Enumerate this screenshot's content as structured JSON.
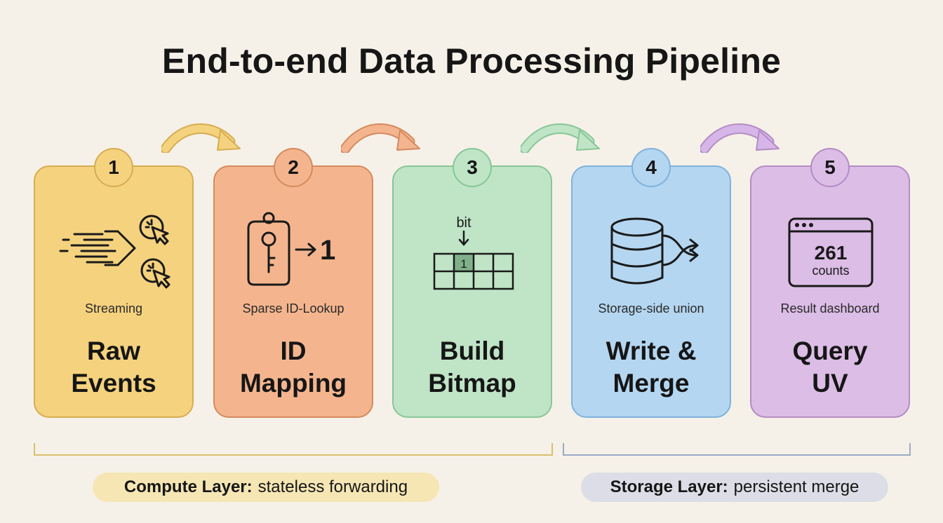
{
  "title": "End-to-end Data Processing Pipeline",
  "steps": [
    {
      "number": "1",
      "subtitle": "Streaming",
      "name_line1": "Raw",
      "name_line2": "Events",
      "icon": "streaming-clicks-icon",
      "color": "#f5d27e",
      "border": "#d6ad52"
    },
    {
      "number": "2",
      "subtitle": "Sparse ID-Lookup",
      "name_line1": "ID",
      "name_line2": "Mapping",
      "icon": "key-tag-icon",
      "mapped_value": "1",
      "color": "#f4b58e",
      "border": "#d48a5e"
    },
    {
      "number": "3",
      "subtitle": "",
      "name_line1": "Build",
      "name_line2": "Bitmap",
      "icon": "bitmap-grid-icon",
      "bit_label": "bit",
      "bit_value": "1",
      "color": "#bfe4c6",
      "border": "#86c796"
    },
    {
      "number": "4",
      "subtitle": "Storage-side union",
      "name_line1": "Write &",
      "name_line2": "Merge",
      "icon": "database-merge-icon",
      "color": "#b4d6f1",
      "border": "#7fb2dc"
    },
    {
      "number": "5",
      "subtitle": "Result dashboard",
      "name_line1": "Query",
      "name_line2": "UV",
      "icon": "dashboard-window-icon",
      "dashboard_value": "261",
      "dashboard_unit": "counts",
      "color": "#dcbde6",
      "border": "#b48cc4"
    }
  ],
  "arrows": [
    "#f5d27e",
    "#f4b58e",
    "#bfe4c6",
    "#d6b6e8"
  ],
  "layers": {
    "compute": {
      "label": "Compute Layer:",
      "desc": "stateless forwarding",
      "bg": "#f6e6b4",
      "line": "#d8c06c"
    },
    "storage": {
      "label": "Storage Layer:",
      "desc": "persistent merge",
      "bg": "#dcdde6",
      "line": "#9aaac6"
    }
  }
}
